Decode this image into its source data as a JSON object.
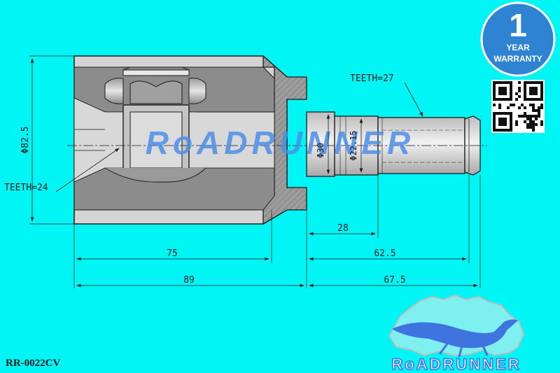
{
  "part_number": "RR-0022CV",
  "brand_watermark": "RoADRUNNER",
  "brand_logo_text": "RoADRUNNER",
  "warranty": {
    "number": "1",
    "line1": "YEAR",
    "line2": "WARRANTY"
  },
  "labels": {
    "teeth_outer": "TEETH=27",
    "teeth_inner": "TEETH=24",
    "dia_housing": "Φ82.5",
    "dia_shaft": "Φ30",
    "dia_spline": "Φ22.15"
  },
  "dimensions": {
    "d28": "28",
    "d75": "75",
    "d62_5": "62.5",
    "d89": "89",
    "d67_5": "67.5"
  },
  "colors": {
    "background": "#00f5f5",
    "housing": "#d4d4d4",
    "hatch": "#8f8f8f",
    "section": "#8c8c8c",
    "watermark": "#4e8ee8",
    "badge": "#2e84d2",
    "logo": "#3f74e0",
    "line": "#1a1a1a"
  }
}
